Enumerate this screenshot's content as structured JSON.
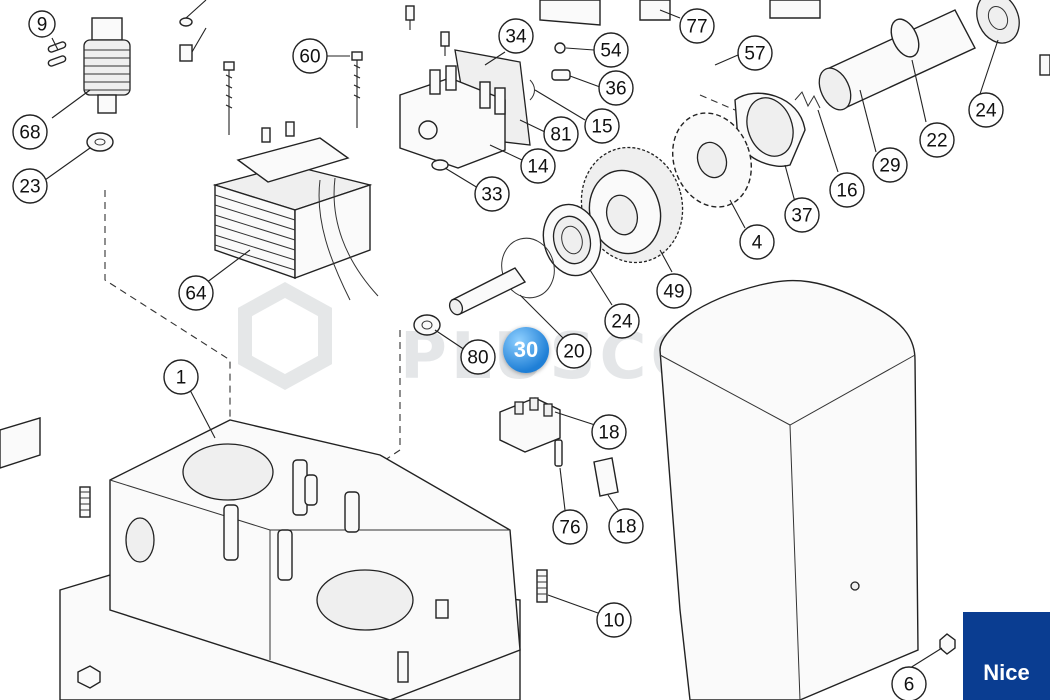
{
  "diagram": {
    "watermark": "PLUSCOM",
    "brand_logo": "Nice",
    "highlight_badge": "30",
    "callouts": [
      {
        "id": "c9",
        "label": "9"
      },
      {
        "id": "c68",
        "label": "68"
      },
      {
        "id": "c23",
        "label": "23"
      },
      {
        "id": "c60",
        "label": "60"
      },
      {
        "id": "c64",
        "label": "64"
      },
      {
        "id": "c34",
        "label": "34"
      },
      {
        "id": "c54",
        "label": "54"
      },
      {
        "id": "c36",
        "label": "36"
      },
      {
        "id": "c15",
        "label": "15"
      },
      {
        "id": "c81",
        "label": "81"
      },
      {
        "id": "c14",
        "label": "14"
      },
      {
        "id": "c33",
        "label": "33"
      },
      {
        "id": "c77",
        "label": "77"
      },
      {
        "id": "c57",
        "label": "57"
      },
      {
        "id": "c4",
        "label": "4"
      },
      {
        "id": "c49",
        "label": "49"
      },
      {
        "id": "c24a",
        "label": "24"
      },
      {
        "id": "c20",
        "label": "20"
      },
      {
        "id": "c80",
        "label": "80"
      },
      {
        "id": "c37",
        "label": "37"
      },
      {
        "id": "c16",
        "label": "16"
      },
      {
        "id": "c29",
        "label": "29"
      },
      {
        "id": "c22",
        "label": "22"
      },
      {
        "id": "c24b",
        "label": "24"
      },
      {
        "id": "c1",
        "label": "1"
      },
      {
        "id": "c18a",
        "label": "18"
      },
      {
        "id": "c76",
        "label": "76"
      },
      {
        "id": "c18b",
        "label": "18"
      },
      {
        "id": "c10",
        "label": "10"
      },
      {
        "id": "c6",
        "label": "6"
      }
    ]
  }
}
